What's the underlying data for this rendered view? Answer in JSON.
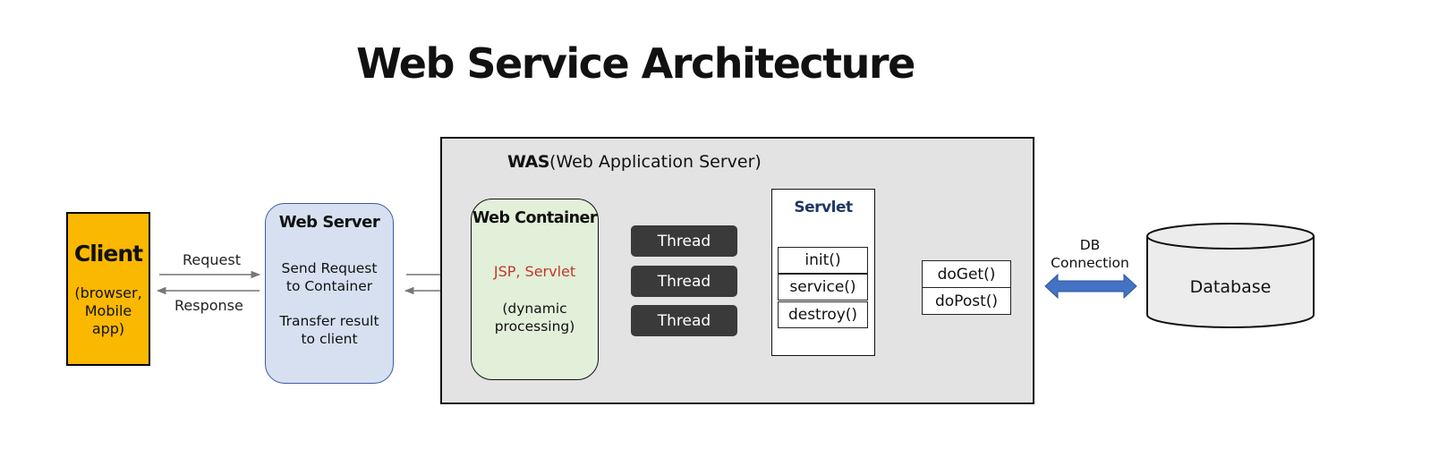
{
  "title": "Web Service Architecture",
  "client": {
    "name": "Client",
    "sub_line1": "(browser,",
    "sub_line2": "Mobile app)",
    "color": "#fbb800"
  },
  "arrows": {
    "request": "Request",
    "response": "Response"
  },
  "web_server": {
    "title": "Web Server",
    "line1": "Send Request",
    "line2": "to Container",
    "line3": "Transfer result",
    "line4": "to client",
    "color": "#d6e0f1"
  },
  "was": {
    "abbr": "WAS",
    "full": "(Web Application Server)"
  },
  "web_container": {
    "title": "Web Container",
    "tech": "JSP, Servlet",
    "desc_line1": "(dynamic",
    "desc_line2": "processing)",
    "color": "#e2efd9"
  },
  "threads": [
    "Thread",
    "Thread",
    "Thread"
  ],
  "servlet": {
    "title": "Servlet",
    "methods": [
      "init()",
      "service()",
      "destroy()"
    ],
    "handlers": [
      "doGet()",
      "doPost()"
    ]
  },
  "db_connection": {
    "line1": "DB",
    "line2": "Connection"
  },
  "database": {
    "label": "Database"
  },
  "colors": {
    "client": "#fbb800",
    "arrow_blue": "#4472c4",
    "thread_bg": "#3a3a3a",
    "jsp_red": "#c0392b"
  }
}
